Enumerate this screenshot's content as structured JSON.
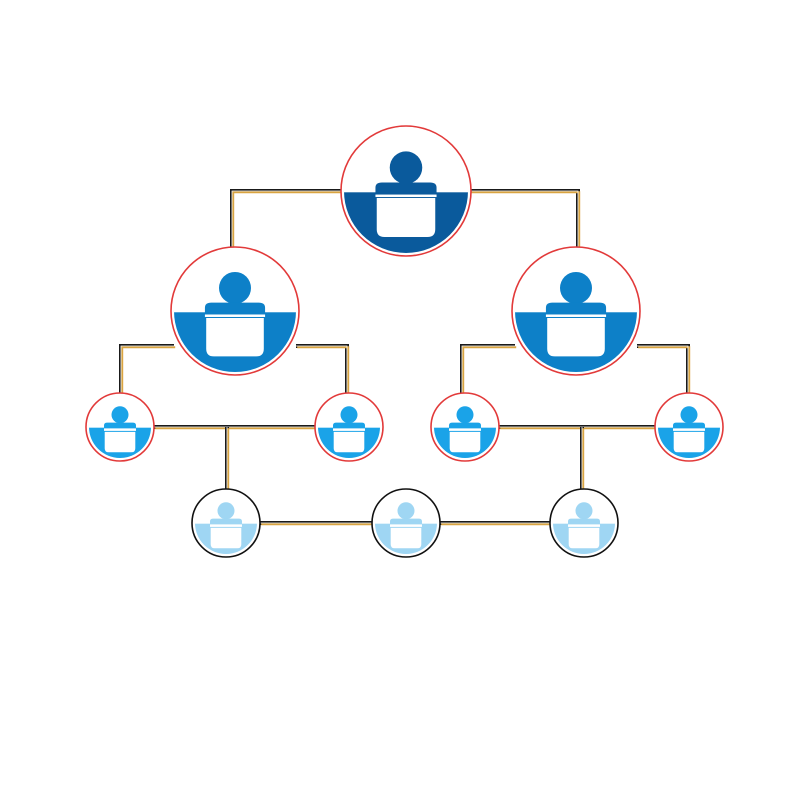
{
  "diagram": {
    "type": "org-hierarchy",
    "colors": {
      "background": "#ffffff",
      "connector_gold": "#d9a441",
      "connector_dark": "#1a1a1a",
      "ring_red": "#e23a3a",
      "ring_black": "#111111",
      "level0_fill": "#0a5a9c",
      "level1_fill": "#0d80c8",
      "level2_fill": "#1aa3e8",
      "level3_fill": "#9fd6f3"
    },
    "levels": [
      {
        "name": "level-0",
        "count": 1,
        "ring": "red",
        "icon": "person-at-desk-icon"
      },
      {
        "name": "level-1",
        "count": 2,
        "ring": "red",
        "icon": "person-at-desk-icon"
      },
      {
        "name": "level-2",
        "count": 4,
        "ring": "red",
        "icon": "person-at-desk-icon"
      },
      {
        "name": "level-3",
        "count": 3,
        "ring": "black",
        "icon": "person-at-desk-icon"
      }
    ],
    "nodes": [
      {
        "id": "n0",
        "level": 0
      },
      {
        "id": "n1",
        "level": 1
      },
      {
        "id": "n2",
        "level": 1
      },
      {
        "id": "n3",
        "level": 2
      },
      {
        "id": "n4",
        "level": 2
      },
      {
        "id": "n5",
        "level": 2
      },
      {
        "id": "n6",
        "level": 2
      },
      {
        "id": "n7",
        "level": 3
      },
      {
        "id": "n8",
        "level": 3
      },
      {
        "id": "n9",
        "level": 3
      }
    ],
    "edges": [
      {
        "from": "n0",
        "to": "n1"
      },
      {
        "from": "n0",
        "to": "n2"
      },
      {
        "from": "n1",
        "to": "n3"
      },
      {
        "from": "n1",
        "to": "n4"
      },
      {
        "from": "n2",
        "to": "n5"
      },
      {
        "from": "n2",
        "to": "n6"
      },
      {
        "from": "n3",
        "to": "n4"
      },
      {
        "from": "n5",
        "to": "n6"
      },
      {
        "from": "n3",
        "to": "n7"
      },
      {
        "from": "n6",
        "to": "n9"
      },
      {
        "from": "n7",
        "to": "n8"
      },
      {
        "from": "n8",
        "to": "n9"
      }
    ]
  }
}
